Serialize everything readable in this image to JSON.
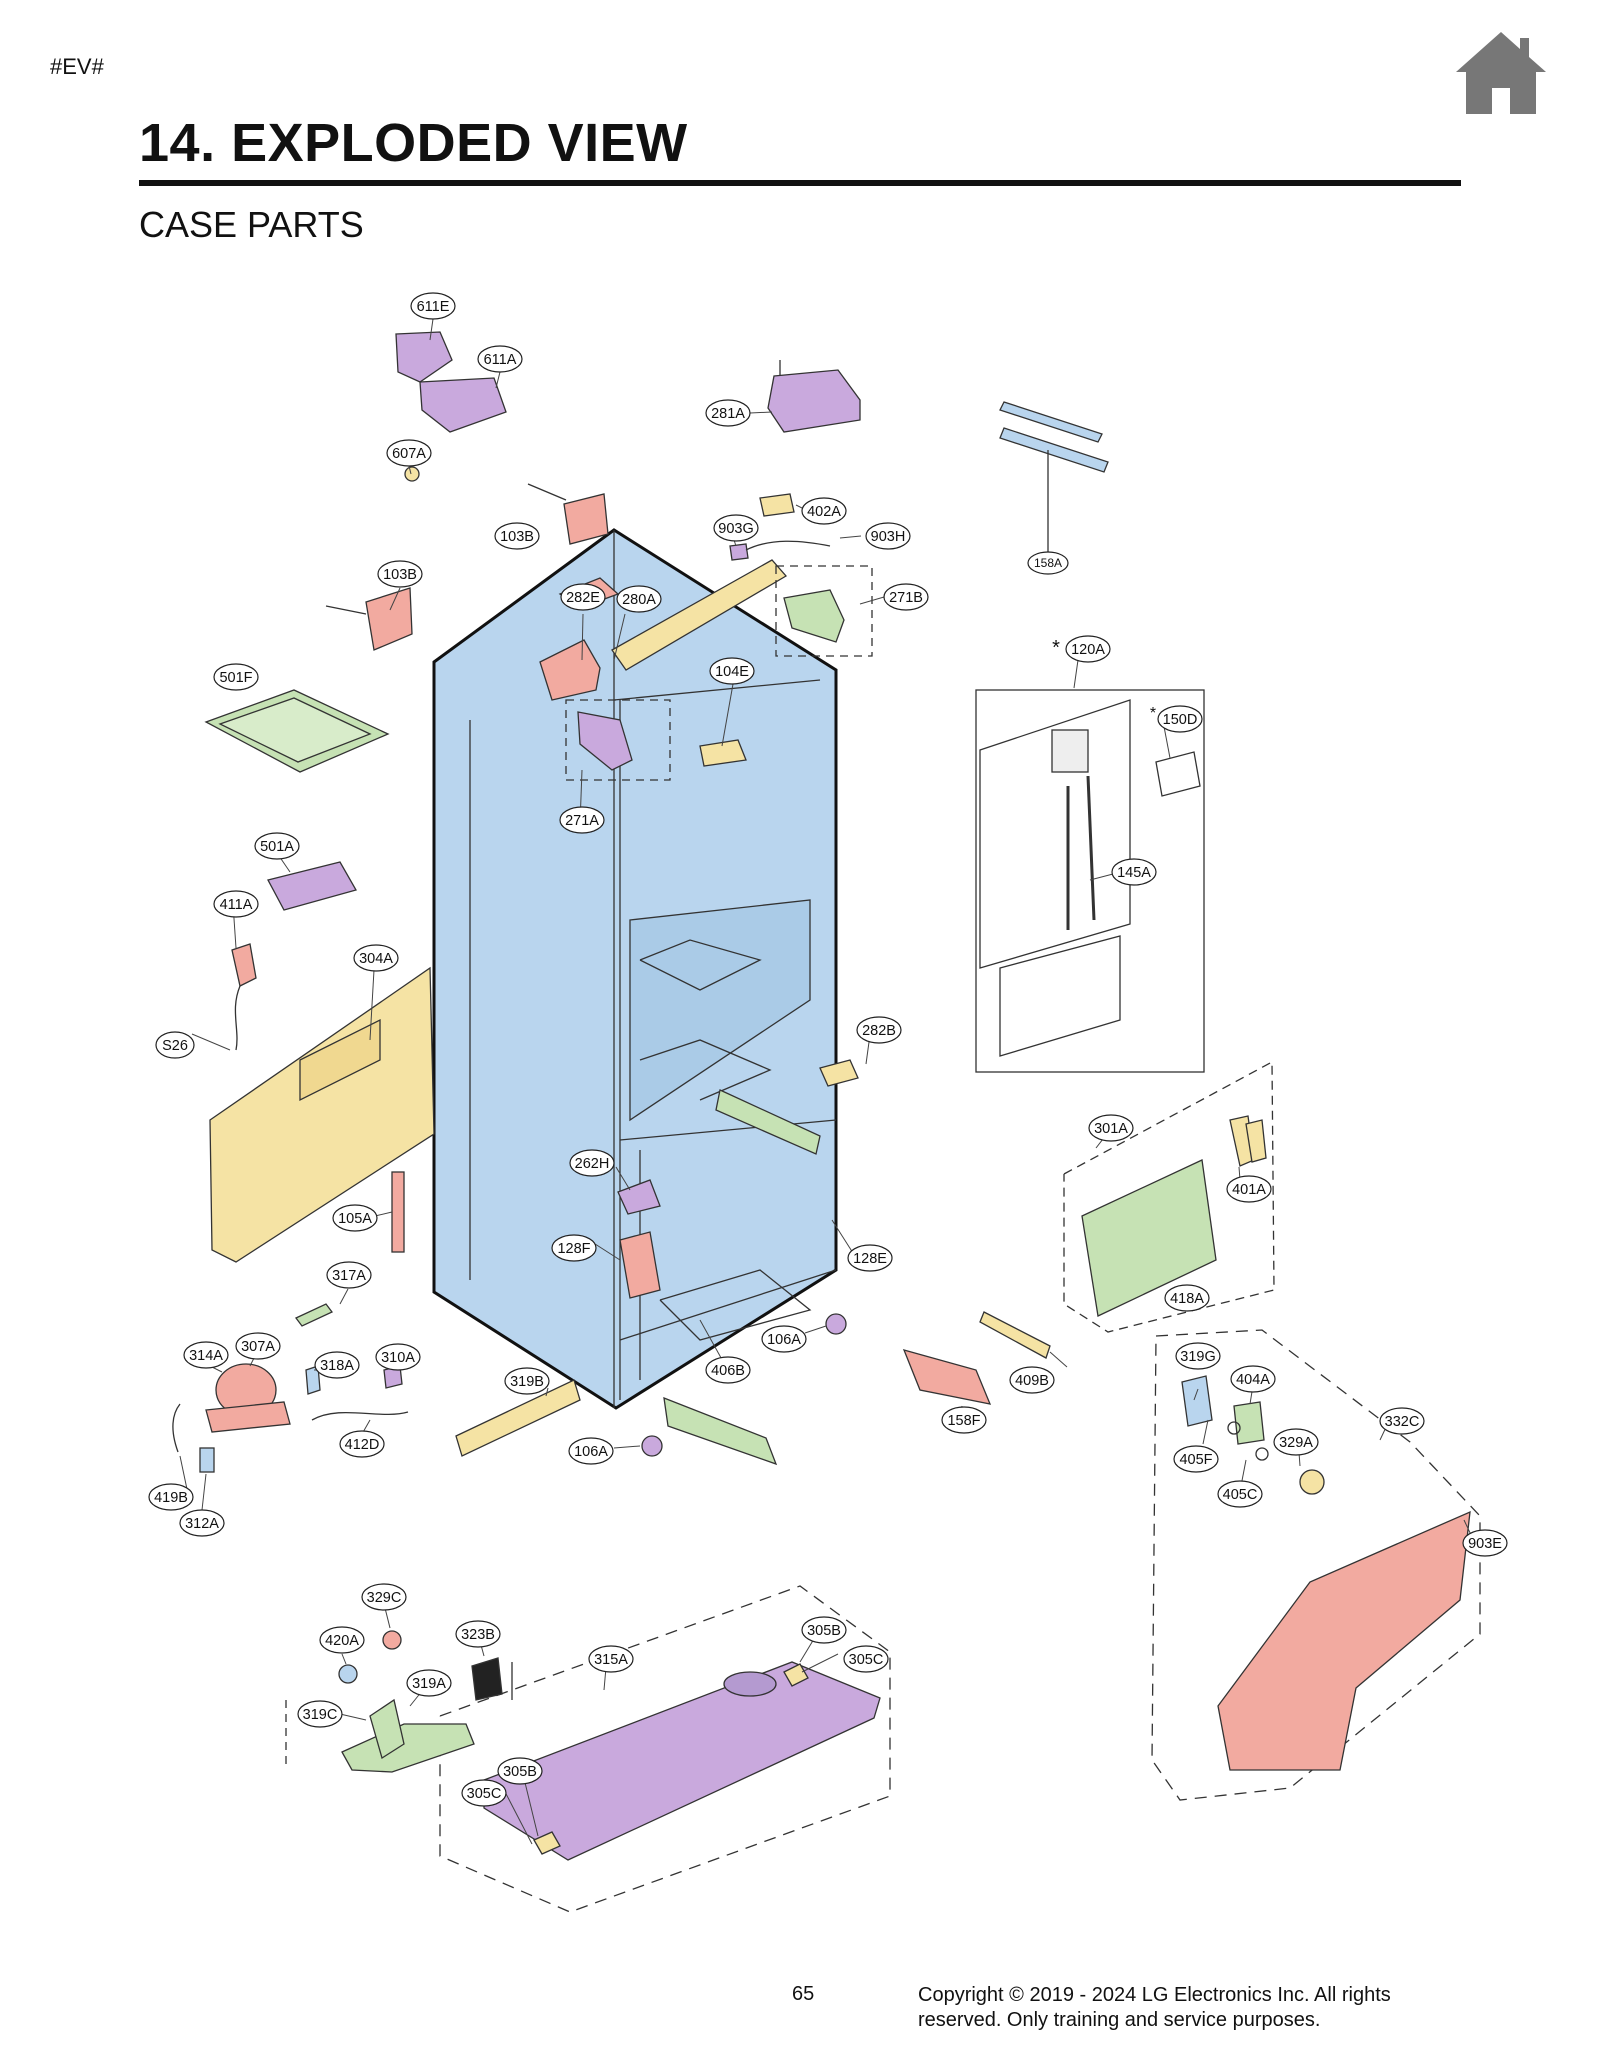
{
  "page_tag": "#EV#",
  "title": "14. EXPLODED VIEW",
  "subtitle": "CASE PARTS",
  "page_number": "65",
  "copyright_line1": "Copyright © 2019 - 2024 LG Electronics Inc. All rights",
  "copyright_line2": "reserved. Only training and service purposes.",
  "home_icon": "home-icon",
  "colors": {
    "cabinet": "#b9d5ee",
    "green": "#c6e2b4",
    "purple": "#c9a9dd",
    "salmon": "#f2aaa0",
    "yellow": "#f5e3a4",
    "icon_gray": "#777777"
  },
  "part_labels": [
    "611E",
    "611A",
    "607A",
    "281A",
    "158A",
    "402A",
    "903G",
    "903H",
    "103B",
    "103B",
    "282E",
    "280A",
    "271B",
    "501F",
    "104E",
    "120A",
    "150D",
    "271A",
    "145A",
    "501A",
    "411A",
    "304A",
    "282B",
    "S26",
    "301A",
    "401A",
    "262H",
    "105A",
    "128F",
    "128E",
    "418A",
    "317A",
    "106A",
    "409B",
    "319G",
    "404A",
    "332C",
    "314A",
    "307A",
    "310A",
    "318A",
    "319B",
    "406B",
    "158F",
    "412D",
    "106A",
    "405F",
    "329A",
    "405C",
    "419B",
    "312A",
    "903E",
    "329C",
    "323B",
    "305B",
    "420A",
    "315A",
    "305C",
    "319A",
    "319C",
    "305B",
    "305C"
  ],
  "asterisk": "*"
}
